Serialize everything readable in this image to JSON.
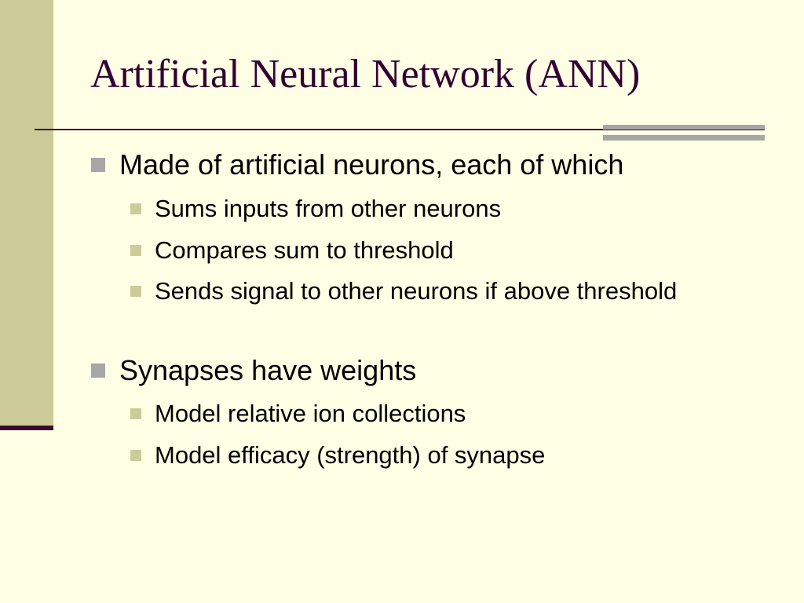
{
  "slide": {
    "title": "Artificial Neural Network (ANN)",
    "bullets": [
      {
        "text": "Made of artificial neurons, each of which",
        "sub": [
          "Sums inputs from other neurons",
          "Compares sum to threshold",
          "Sends signal to other neurons if above threshold"
        ]
      },
      {
        "text": "Synapses have weights",
        "sub": [
          "Model relative ion collections",
          "Model efficacy (strength) of synapse"
        ]
      }
    ]
  },
  "colors": {
    "background": "#ffffe5",
    "sidebar": "#cccc99",
    "accent_dark": "#3d0a2e",
    "accent_gray": "#a6a6a6",
    "title_text": "#330033"
  },
  "icons": {
    "level1_bullet": "square-bullet-icon",
    "level2_bullet": "square-bullet-icon"
  }
}
